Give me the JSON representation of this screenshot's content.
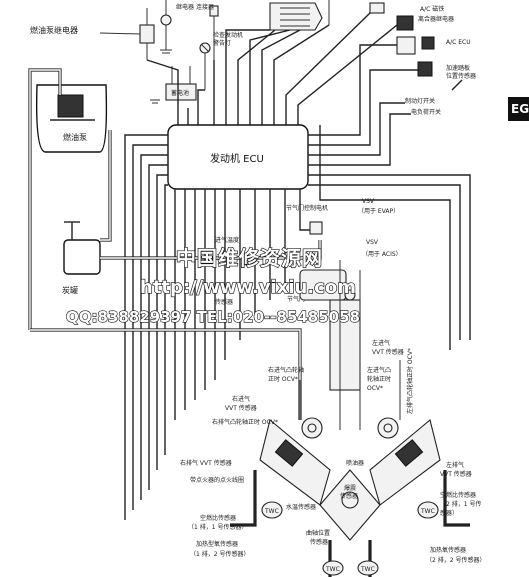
{
  "tab": "EG",
  "labels": {
    "fuel_pump_relay": "燃油泵继电器",
    "relay": "继电器",
    "connector": "连接器",
    "check_engine_lamp": "检查发动机",
    "check_engine_lamp_2": "警告灯",
    "battery": "蓄电池",
    "ac_clutch_1": "A/C 磁铁",
    "ac_clutch_2": "离合器继电器",
    "ac_ecu": "A/C ECU",
    "pedal_sensor_1": "加速踏板",
    "pedal_sensor_2": "位置传感器",
    "stop_lamp_switch": "制动灯开关",
    "electric_load_switch": "电负荷开关",
    "fuel_pump": "燃油泵",
    "canister": "炭罐",
    "engine_ecu": "发动机 ECU",
    "throttle_motor": "节气门控制电机",
    "vsv_evap_1": "VSV",
    "vsv_evap_2": "（用于 EVAP）",
    "vsv_acis_1": "VSV",
    "vsv_acis_2": "（用于 ACIS）",
    "intake_temp": "进气温度",
    "intake_temp_2": "传感器",
    "throttle_sensor": "节气门",
    "left_intake_vvt_1": "左进气",
    "left_intake_vvt_2": "VVT 传感器",
    "right_intake_ocv_1": "右进气凸轮轴",
    "right_intake_ocv_2": "正时 OCV*",
    "left_intake_ocv_1": "左进气凸",
    "left_intake_ocv_2": "轮轴正时",
    "left_intake_ocv_3": "OCV*",
    "right_intake_vvt_1": "右进气",
    "right_intake_vvt_2": "VVT 传感器",
    "right_exhaust_ocv": "右排气凸轮轴正时 OCV*",
    "left_exhaust_ocv": "左排气凸轮轴正时 OCV*",
    "right_exhaust_vvt": "右排气 VVT 传感器",
    "left_exhaust_vvt_1": "左排气",
    "left_exhaust_vvt_2": "VVT 传感器",
    "ignition_coil": "带点火器的点火线圈",
    "injector": "喷油器",
    "knock_sensor_1": "爆震",
    "knock_sensor_2": "传感器",
    "coolant_temp": "水温传感器",
    "af_sensor_right_1": "空燃比传感器",
    "af_sensor_right_2": "（1 排，1 号传感器）",
    "af_sensor_left_1": "空燃比传感器",
    "af_sensor_left_2": "（2 排，1 号传",
    "af_sensor_left_3": "感器）",
    "crank_sensor_1": "曲轴位置",
    "crank_sensor_2": "传感器",
    "o2_sensor_right_1": "加热型氧传感器",
    "o2_sensor_right_2": "（1 排，2 号传感器）",
    "o2_sensor_left_1": "加热氧传感器",
    "o2_sensor_left_2": "（2 排，2 号传感器）",
    "twc": "TWC"
  },
  "watermark": {
    "line1": "中国维修资源网",
    "line2": "http://www.vixiu.com",
    "line3": "QQ:838829397 TEL:020--85485058"
  }
}
